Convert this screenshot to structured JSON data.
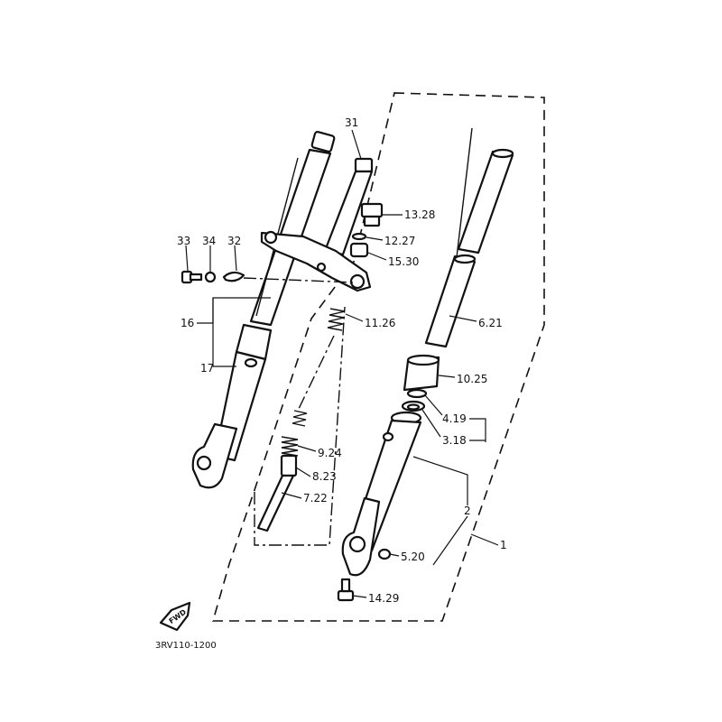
{
  "diagram": {
    "code": "3RV110-1200",
    "fwd_badge": "FWD",
    "labels": {
      "p31": "31",
      "p13_28": "13.28",
      "p12_27": "12.27",
      "p15_30": "15.30",
      "p33": "33",
      "p34": "34",
      "p32": "32",
      "p16": "16",
      "p17": "17",
      "p11_26": "11.26",
      "p6_21": "6.21",
      "p10_25": "10.25",
      "p4_19": "4.19",
      "p3_18": "3.18",
      "p9_24": "9.24",
      "p8_23": "8.23",
      "p7_22": "7.22",
      "p2": "2",
      "p1": "1",
      "p5_20": "5.20",
      "p14_29": "14.29"
    }
  }
}
